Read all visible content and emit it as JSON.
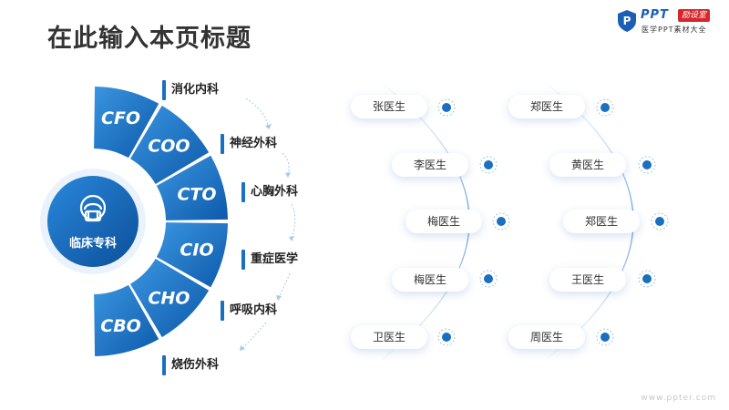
{
  "page": {
    "title": "在此输入本页标题"
  },
  "logo": {
    "brand": "PPT",
    "tag": "励设室",
    "subtitle": "医学PPT素材大全",
    "icon": "shield-p-icon"
  },
  "center": {
    "label": "临床专科",
    "icon": "doctor-icon"
  },
  "segments": [
    "CFO",
    "COO",
    "CTO",
    "CIO",
    "CHO",
    "CBO"
  ],
  "departments": [
    "消化内科",
    "神经外科",
    "心胸外科",
    "重症医学",
    "呼吸内科",
    "烧伤外科"
  ],
  "doctors_left": [
    "张医生",
    "李医生",
    "梅医生",
    "梅医生",
    "卫医生"
  ],
  "doctors_right": [
    "郑医生",
    "黄医生",
    "郑医生",
    "王医生",
    "周医生"
  ],
  "watermark": "www.ppter.com",
  "colors": {
    "primary": "#1a6fc0",
    "dark": "#0b4f99",
    "light": "#4aa0e6"
  }
}
